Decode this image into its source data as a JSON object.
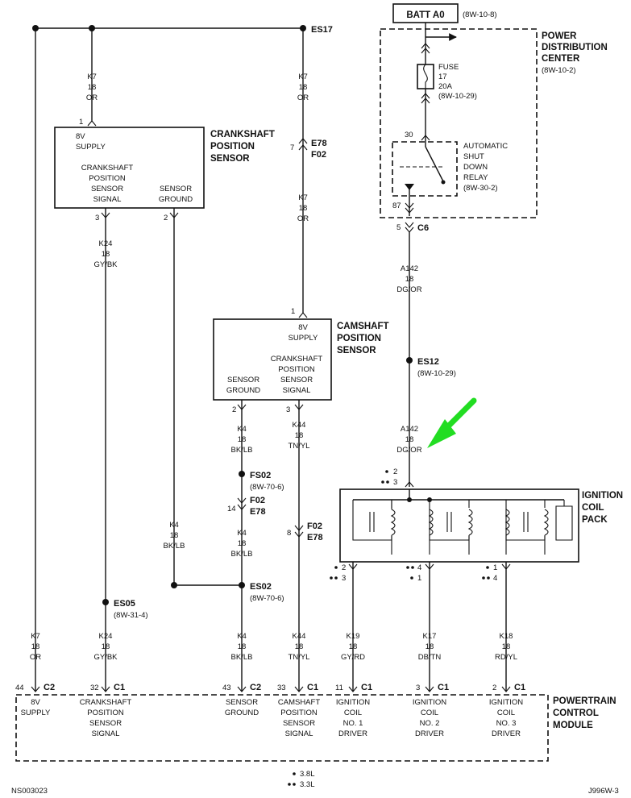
{
  "batt": {
    "label": "BATT A0",
    "ref": "(8W-10-8)"
  },
  "pdc": {
    "title": [
      "POWER",
      "DISTRIBUTION",
      "CENTER"
    ],
    "ref": "(8W-10-2)"
  },
  "fuse": {
    "lines": [
      "FUSE",
      "17",
      "20A",
      "(8W-10-29)"
    ]
  },
  "asd": {
    "lines": [
      "AUTOMATIC",
      "SHUT",
      "DOWN",
      "RELAY",
      "(8W-30-2)"
    ],
    "pin_top": "30",
    "pin_bottom": "87"
  },
  "c6": {
    "pin": "5",
    "label": "C6"
  },
  "a142_upper": [
    "A142",
    "18",
    "DG/OR"
  ],
  "es12": {
    "label": "ES12",
    "ref": "(8W-10-29)"
  },
  "a142_lower": [
    "A142",
    "18",
    "DG/OR"
  ],
  "es17": {
    "label": "ES17"
  },
  "k7_left_top": [
    "K7",
    "18",
    "OR"
  ],
  "k7_mid_top": [
    "K7",
    "18",
    "OR"
  ],
  "e78_top": {
    "pin": "7",
    "lines": [
      "E78",
      "F02"
    ]
  },
  "k7_mid_lower": [
    "K7",
    "18",
    "OR"
  ],
  "crank": {
    "title": [
      "CRANKSHAFT",
      "POSITION",
      "SENSOR"
    ],
    "pin1": "1",
    "supply": [
      "8V",
      "SUPPLY"
    ],
    "signal": [
      "CRANKSHAFT",
      "POSITION",
      "SENSOR",
      "SIGNAL"
    ],
    "ground": [
      "SENSOR",
      "GROUND"
    ],
    "pin3": "3",
    "pin2": "2"
  },
  "k24_upper": [
    "K24",
    "18",
    "GY/BK"
  ],
  "cam": {
    "title": [
      "CAMSHAFT",
      "POSITION",
      "SENSOR"
    ],
    "pin1": "1",
    "supply": [
      "8V",
      "SUPPLY"
    ],
    "signal": [
      "CRANKSHAFT",
      "POSITION",
      "SENSOR",
      "SIGNAL"
    ],
    "ground": [
      "SENSOR",
      "GROUND"
    ],
    "pin2": "2",
    "pin3": "3"
  },
  "k4_cam": [
    "K4",
    "18",
    "BK/LB"
  ],
  "k44_upper": [
    "K44",
    "18",
    "TN/YL"
  ],
  "fs02": {
    "label": "FS02",
    "ref": "(8W-70-6)"
  },
  "f02_left": {
    "pin": "14",
    "lines": [
      "F02",
      "E78"
    ]
  },
  "f02_right": {
    "pin": "8",
    "lines": [
      "F02",
      "E78"
    ]
  },
  "k4_mid": [
    "K4",
    "18",
    "BK/LB"
  ],
  "k4_crank": [
    "K4",
    "18",
    "BK/LB"
  ],
  "es02": {
    "label": "ES02",
    "ref": "(8W-70-6)"
  },
  "es05": {
    "label": "ES05",
    "ref": "(8W-31-4)"
  },
  "coil": {
    "title": [
      "IGNITION",
      "COIL",
      "PACK"
    ],
    "pin_top": [
      "2",
      "3"
    ],
    "pins_a": [
      "2",
      "3"
    ],
    "pins_b": [
      "4",
      "1"
    ],
    "pins_c": [
      "1",
      "4"
    ]
  },
  "bottom_wires": [
    [
      "K7",
      "18",
      "OR"
    ],
    [
      "K24",
      "18",
      "GY/BK"
    ],
    [
      "K4",
      "18",
      "BK/LB"
    ],
    [
      "K44",
      "18",
      "TN/YL"
    ],
    [
      "K19",
      "18",
      "GY/RD"
    ],
    [
      "K17",
      "18",
      "DB/TN"
    ],
    [
      "K18",
      "18",
      "RD/YL"
    ]
  ],
  "pcm": {
    "title": [
      "POWERTRAIN",
      "CONTROL",
      "MODULE"
    ],
    "pins": [
      {
        "num": "44",
        "conn": "C2",
        "label": [
          "8V",
          "SUPPLY"
        ]
      },
      {
        "num": "32",
        "conn": "C1",
        "label": [
          "CRANKSHAFT",
          "POSITION",
          "SENSOR",
          "SIGNAL"
        ]
      },
      {
        "num": "43",
        "conn": "C2",
        "label": [
          "SENSOR",
          "GROUND"
        ]
      },
      {
        "num": "33",
        "conn": "C1",
        "label": [
          "CAMSHAFT",
          "POSITION",
          "SENSOR",
          "SIGNAL"
        ]
      },
      {
        "num": "11",
        "conn": "C1",
        "label": [
          "IGNITION",
          "COIL",
          "NO. 1",
          "DRIVER"
        ]
      },
      {
        "num": "3",
        "conn": "C1",
        "label": [
          "IGNITION",
          "COIL",
          "NO. 2",
          "DRIVER"
        ]
      },
      {
        "num": "2",
        "conn": "C1",
        "label": [
          "IGNITION",
          "COIL",
          "NO. 3",
          "DRIVER"
        ]
      }
    ]
  },
  "legend": [
    "3.8L",
    "3.3L"
  ],
  "footer": {
    "left": "NS003023",
    "right": "J996W-3"
  },
  "colors": {
    "ink": "#111111",
    "arrow": "#22dd22"
  }
}
